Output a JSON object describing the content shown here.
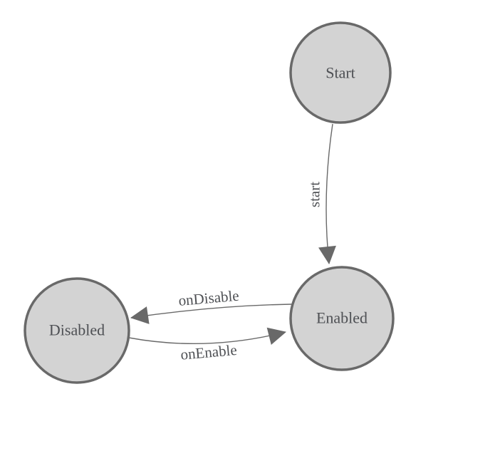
{
  "diagram": {
    "kind": "finite-state-machine",
    "background_color": "#ffffff",
    "colors": {
      "node_fill": "#d3d3d3",
      "node_stroke": "#696969",
      "edge_color": "#696969",
      "arrow_fill": "#696969",
      "label_color": "#4e5054"
    },
    "nodes": [
      {
        "id": "start",
        "label": "Start"
      },
      {
        "id": "enabled",
        "label": "Enabled"
      },
      {
        "id": "disabled",
        "label": "Disabled"
      }
    ],
    "edges": [
      {
        "from": "start",
        "to": "enabled",
        "label": "start"
      },
      {
        "from": "enabled",
        "to": "disabled",
        "label": "onDisable"
      },
      {
        "from": "disabled",
        "to": "enabled",
        "label": "onEnable"
      }
    ]
  }
}
